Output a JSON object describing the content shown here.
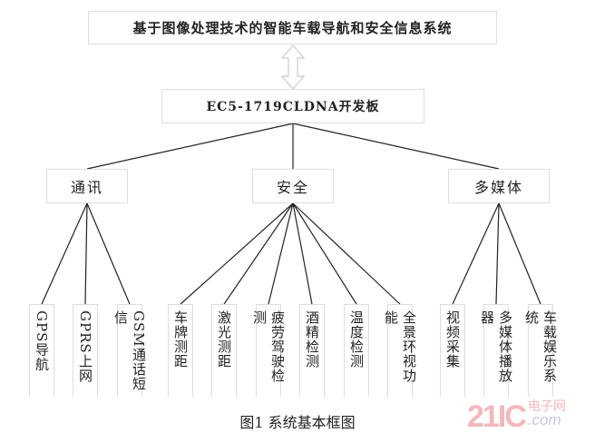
{
  "title": "基于图像处理技术的智能车载导航和安全信息系统",
  "board": "EC5-1719CLDNA开发板",
  "categories": [
    {
      "label": "通讯",
      "leaves": [
        "GPS导航",
        "GPRS上网",
        "GSM通话短信"
      ]
    },
    {
      "label": "安全",
      "leaves": [
        "车牌测距",
        "激光测距",
        "疲劳驾驶检测",
        "酒精检测",
        "温度检测",
        "全景环视功能"
      ]
    },
    {
      "label": "多媒体",
      "leaves": [
        "视频采集",
        "多媒体播放器",
        "车载娱乐系统"
      ]
    }
  ],
  "caption": "图1 系统基本框图",
  "watermark": {
    "main": "21IC",
    "sub": "电子网",
    "domain": ".com"
  }
}
